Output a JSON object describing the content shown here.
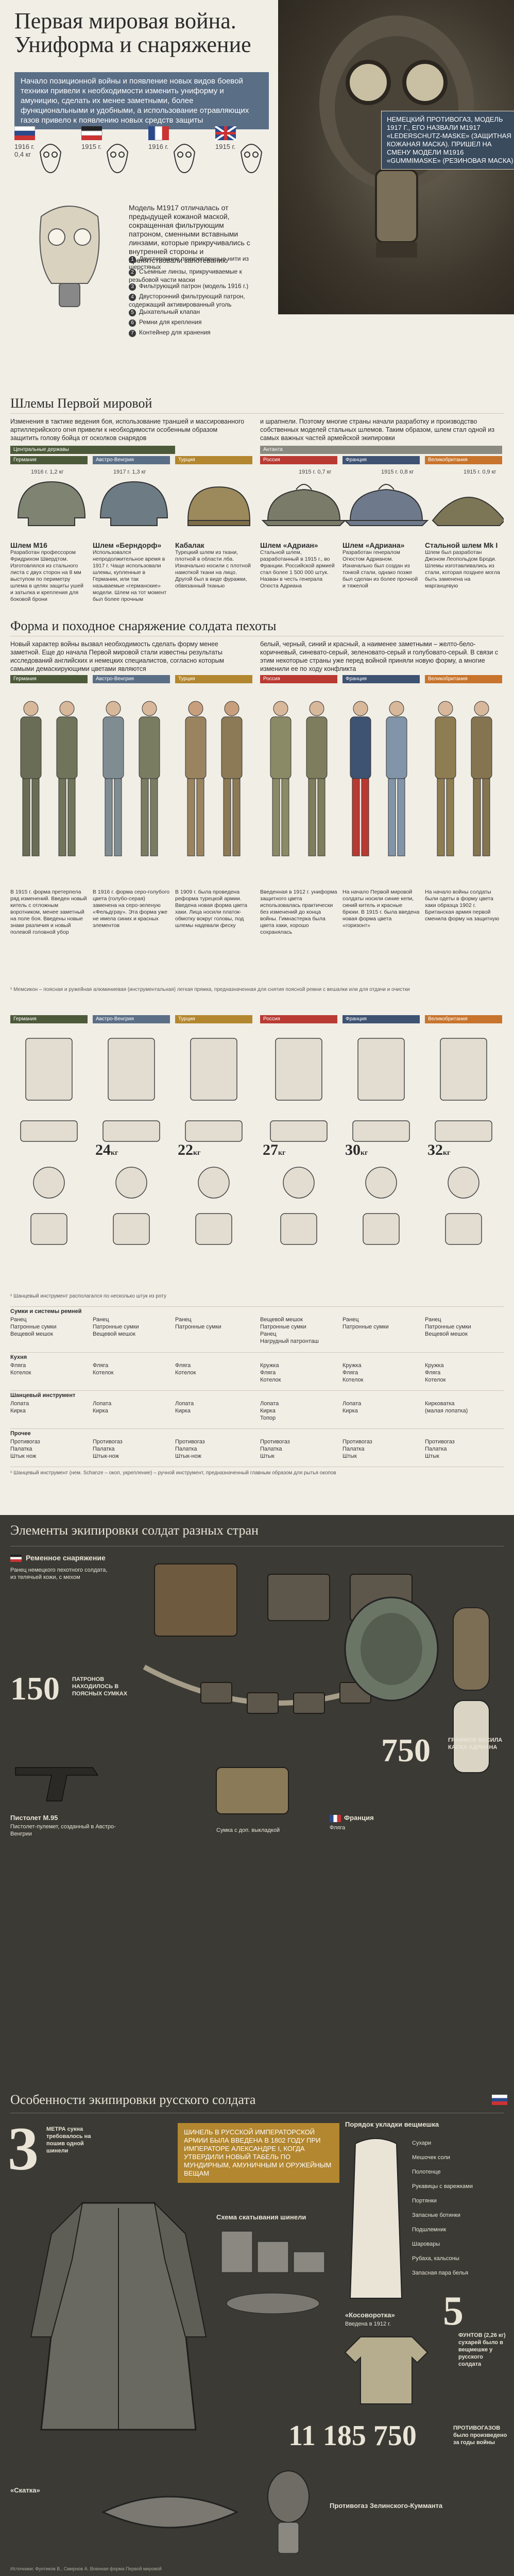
{
  "header": {
    "title_line1": "Первая мировая война.",
    "title_line2": "Униформа и снаряжение",
    "intro": "Начало позиционной войны и появление новых видов боевой техники привели к необходимости изменить униформу и амуницию, сделать их менее заметными, более функциональными и удобными, а использование отравляющих газов привело к появлению новых средств защиты",
    "mask_caption": "НЕМЕЦКИЙ ПРОТИВОГАЗ, МОДЕЛЬ 1917 Г., ЕГО НАЗВАЛИ M1917 «LEDERSCHUTZ-MASKE» (ЗАЩИТНАЯ КОЖАНАЯ МАСКА). ПРИШЕЛ НА СМЕНУ МОДЕЛИ M1916 «GUMMIMASKE» (РЕЗИНОВАЯ МАСКА)",
    "mask_years": [
      {
        "year": "1916 г.",
        "weight": "0,4 кг"
      },
      {
        "year": "1915 г.",
        "weight": ""
      },
      {
        "year": "1916 г.",
        "weight": ""
      },
      {
        "year": "1915 г.",
        "weight": ""
      }
    ],
    "m1917_text": "Модель M1917 отличалась от предыдущей кожаной маской, сокращенная фильтрующим патроном, сменными вставными линзами, которые прикручивались с внутренней стороны и препятствовали запотеванию",
    "legend": [
      "Двусторонние прикрепленные нити из шерстяных",
      "Съемные линзы, прикручиваемые к резьбовой части маски",
      "Фильтрующий патрон (модель 1916 г.)",
      "Двусторонний фильтрующий патрон, содержащий активированный уголь",
      "Дыхательный клапан",
      "Ремни для крепления",
      "Контейнер для хранения"
    ]
  },
  "helmets": {
    "section_title": "Шлемы Первой мировой",
    "intro_left": "Изменения в тактике ведения боя, использование траншей и массированного артиллерийского огня привели к необходимости особенным образом защитить голову бойца от осколков снарядов",
    "intro_right": "и шрапнели. Поэтому многие страны начали разработку и производство собственных моделей стальных шлемов. Таким образом, шлем стал одной из самых важных частей армейской экипировки",
    "bands": [
      "Центральные державы",
      "Австро-Венгрия",
      "Турция",
      "Антанта",
      "Россия",
      "Франция",
      "Великобритания"
    ],
    "items": [
      {
        "name": "Шлем M16",
        "year": "1916 г.",
        "weight": "1,2 кг",
        "desc": "Разработан профессором Фридрихом Швердтом. Изготовлялся из стального листа с двух сторон на 8 мм выступом по периметру шлема в целях защиты ушей и затылка и крепления для боковой брони"
      },
      {
        "name": "Шлем «Берндорф»",
        "year": "1917 г.",
        "weight": "1,3 кг",
        "desc": "Использовался непродолжительное время в 1917 г. Чаще использовали шлемы, купленные в Германии, или так называемые «германские» модели. Шлем на тот момент был более прочным"
      },
      {
        "name": "Кабалак",
        "year": "",
        "weight": "",
        "desc": "Турецкий шлем из ткани, плотной в области лба. Изначально носили с плотной намоткой ткани на лицо. Другой был в виде фуражки, обвязанный тканью"
      },
      {
        "name": "Шлем «Адриан»",
        "year": "1915 г.",
        "weight": "0,7 кг",
        "desc": "Стальной шлем, разработанный в 1915 г., во Франции. Российской армией стал более 1 500 000 штук. Назван в честь генерала Огюста Адриана"
      },
      {
        "name": "Шлем «Адриана»",
        "year": "1915 г.",
        "weight": "0,8 кг",
        "desc": "Разработан генералом Огюстом Адрианом. Изначально был создан из тонкой стали, однако позже был сделан из более прочной и тяжелой"
      },
      {
        "name": "Стальной шлем Mk I",
        "year": "1915 г.",
        "weight": "0,9 кг",
        "desc": "Шлем был разработан Джоном Леопольдом Броди. Шлемы изготавливались из стали, которая позднее могла быть заменена на марганцевую"
      }
    ]
  },
  "uniforms": {
    "section_title": "Форма и походное снаряжение солдата пехоты",
    "intro_left": "Новый характер войны вызвал необходимость сделать форму менее заметной. Еще до начала Первой мировой стали известны результаты исследований английских и немецких специалистов, согласно которым самыми демаскирующими цветами являются",
    "intro_right": "белый, черный, синий и красный, а наименее заметными – желто-бело-коричневый, синевато-серый, зеленовато-серый и голубовато-серый. В связи с этим некоторые страны уже перед войной приняли новую форму, а многие изменили ее по ходу конфликта",
    "bands": [
      "Германия",
      "Австро-Венгрия",
      "Турция",
      "Россия",
      "Франция",
      "Великобритания"
    ],
    "desc": [
      "В 1915 г. форма претерпела ряд изменений. Введен новый китель с отложным воротником, менее заметный на поле боя. Введены новые знаки различия и новый полевой головной убор",
      "В 1916 г. форма серо-голубого цвета (голубо-серая) заменена на серо-зеленую «Фельдграу». Эта форма уже не имела синих и красных элементов",
      "В 1909 г. была проведена реформа турецкой армии. Введена новая форма цвета хаки. Лица носили платок-обмотку вокруг головы, под шлемы надевали феску",
      "Введенная в 1912 г. униформа защитного цвета использовалась практически без изменений до конца войны. Гимнастерка была цвета хаки, хорошо сохранялась",
      "На начало Первой мировой солдаты носили синие кепи, синий китель и красные брюки. В 1915 г. была введена новая форма цвета «горизонт»",
      "На начало войны солдаты были одеты в форму цвета хаки образца 1902 г. Британская армия первой сменила форму на защитную"
    ],
    "note": "¹ Мемсикон – поясная и ружейная алюминиевая (инструментальная) легкая пряжка, предназначенная для снятия поясной ремни с вешалки или для отдачи и очистки"
  },
  "gear": {
    "bands": [
      "Германия",
      "Австро-Венгрия",
      "Турция",
      "Россия",
      "Франция",
      "Великобритания"
    ],
    "weights": [
      "24",
      "22",
      "27",
      "30",
      "32"
    ],
    "weight_unit": "кг",
    "caption": "¹ Шанцевый инструмент располагался по несколько штук из роту",
    "table_headers": [
      "Сумки и системы ремней",
      "Кухня",
      "Шанцевый инструмент",
      "Прочее"
    ],
    "rows": {
      "bags": [
        "Ранец\nПатронные сумки\nВещевой мешок",
        "Ранец\nПатронные сумки\nВещевой мешок",
        "Ранец\nПатронные сумки",
        "Вещевой мешок\nПатронные сумки\nРанец\nНагрудный патронташ",
        "Ранец\nПатронные сумки",
        "Ранец\nПатронные сумки\nВещевой мешок"
      ],
      "kitchen": [
        "Фляга\nКотелок",
        "Фляга\nКотелок",
        "Фляга\nКотелок",
        "Кружка\nФляга\nКотелок",
        "Кружка\nФляга\nКотелок",
        "Кружка\nФляга\nКотелок"
      ],
      "tools": [
        "Лопата\nКирка",
        "Лопата\nКирка",
        "Лопата\nКирка",
        "Лопата\nКирка\nТопор",
        "Лопата\nКирка",
        "Кирковатка\n(малая лопатка)"
      ],
      "other": [
        "Противогаз\nПалатка\nШтык нож",
        "Противогаз\nПалатка\nШтык-нож",
        "Противогаз\nПалатка\nШтык-нож",
        "Противогаз\nПалатка\nШтык",
        "Противогаз\nПалатка\nШтык",
        "Противогаз\nПалатка\nШтык"
      ]
    },
    "footnote": "¹ Шанцевый инструмент (нем. Schanze – окоп, укрепление) – ручной инструмент, предназначенный главным образом для рытья окопов"
  },
  "elements": {
    "section_title": "Элементы экипировки солдат разных стран",
    "germany_label": "Ременное снаряжение",
    "germany_text": "Ранец немецкого пехотного солдата, из телячьей кожи, с мехом",
    "big_150": "150",
    "big_150_caption": "ПАТРОНОВ НАХОДИЛОСЬ В ПОЯСНЫХ СУМКАХ",
    "pistol_label": "Пистолет M.95",
    "pistol_text": "Пистолет-пулемет, созданный в Австро-Венгрии",
    "france_label": "Франция",
    "france_sub": "Фляга",
    "big_750": "750",
    "big_750_caption": "ГРАММОВ ВЕСИЛА КАСКА АДРИАНА",
    "turkey_label": "Сумка с доп. выкладкой"
  },
  "russia": {
    "section_title": "Особенности экипировки русского солдата",
    "big_3": "3",
    "big_3_caption": "МЕТРА сукна требовалось на пошив одной шинели",
    "box_text": "ШИНЕЛЬ В РУССКОЙ ИМПЕРАТОРСКОЙ АРМИИ БЫЛА ВВЕДЕНА В 1802 ГОДУ ПРИ ИМПЕРАТОРЕ АЛЕКСАНДРЕ I, КОГДА УТВЕРДИЛИ НОВЫЙ ТАБЕЛЬ ПО МУНДИРНЫМ, АМУНИЧНЫМ И ОРУЖЕЙНЫМ ВЕЩАМ",
    "roll_title": "Схема скатывания шинели",
    "pack_title": "Порядок укладки вещмешка",
    "pack_items": [
      "Сухари",
      "Мешочек соли",
      "Полотенце",
      "Рукавицы с варежками",
      "Портянки",
      "Запасные ботинки",
      "Подшлемник",
      "Шаровары",
      "Рубаха, кальсоны",
      "Запасная пара белья"
    ],
    "big_5": "5",
    "big_5_caption": "ФУНТОВ (2,26 кг) сухарей было в вещмешке у русского солдата",
    "kosov_title": "«Косоворотка»",
    "kosov_text": "Введена в 1912 г.",
    "big_num": "11 185 750",
    "big_num_caption": "ПРОТИВОГАЗОВ было произведено за годы войны",
    "skatka_title": "«Скатка»",
    "gasmask_title": "Противогаз Зелинского-Кумманта",
    "footer": "Источники: Фунтиков В., Смирнов А. Военная форма Первой мировой"
  },
  "colors": {
    "germany": "#4d5a3a",
    "austria": "#5a6e86",
    "turkey": "#b3872f",
    "russia": "#b93a32",
    "france": "#3e5272",
    "britain": "#c8742c",
    "dark_bg": "#3b3a35",
    "paper": "#f1eee6"
  }
}
